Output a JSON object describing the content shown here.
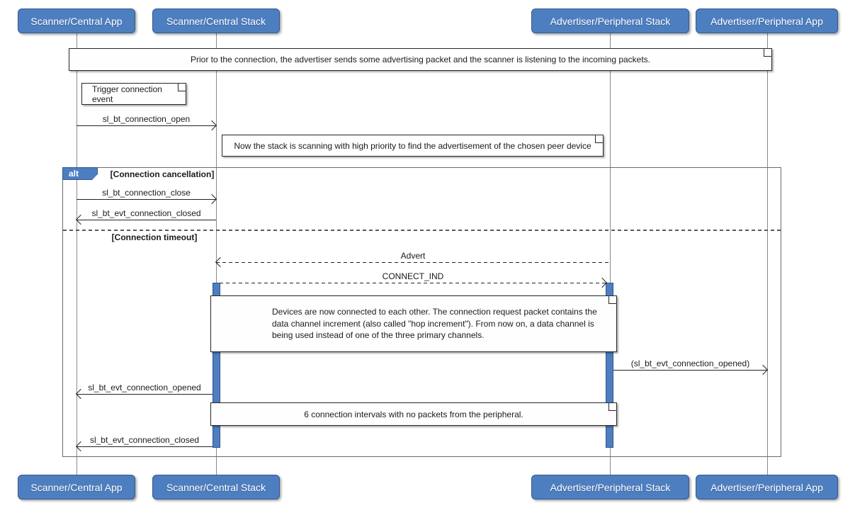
{
  "diagram": {
    "type": "uml-sequence-diagram",
    "participants": [
      {
        "label": "Scanner/Central App"
      },
      {
        "label": "Scanner/Central Stack"
      },
      {
        "label": "Advertiser/Peripheral Stack"
      },
      {
        "label": "Advertiser/Peripheral App"
      }
    ],
    "notes": [
      {
        "text": "Prior to the connection, the advertiser sends some advertising packet and the scanner is listening to the incoming packets."
      },
      {
        "text": "Trigger connection event"
      },
      {
        "text": "Now the stack is scanning with high priority to find the advertisement of the chosen peer device"
      },
      {
        "text": "Devices are now connected to each other. The connection request packet contains the data channel increment (also called \"hop increment\"). From now on, a data channel is being used instead of one of the three primary channels."
      },
      {
        "text": "6 connection intervals with no packets from the peripheral."
      }
    ],
    "messages": [
      {
        "label": "sl_bt_connection_open",
        "from": "Scanner/Central App",
        "to": "Scanner/Central Stack",
        "style": "solid"
      },
      {
        "label": "sl_bt_connection_close",
        "from": "Scanner/Central App",
        "to": "Scanner/Central Stack",
        "style": "solid"
      },
      {
        "label": "sl_bt_evt_connection_closed",
        "from": "Scanner/Central Stack",
        "to": "Scanner/Central App",
        "style": "solid"
      },
      {
        "label": "Advert",
        "from": "Advertiser/Peripheral Stack",
        "to": "Scanner/Central Stack",
        "style": "dashed"
      },
      {
        "label": "CONNECT_IND",
        "from": "Scanner/Central Stack",
        "to": "Advertiser/Peripheral Stack",
        "style": "dashed"
      },
      {
        "label": "(sl_bt_evt_connection_opened)",
        "from": "Advertiser/Peripheral Stack",
        "to": "Advertiser/Peripheral App",
        "style": "solid"
      },
      {
        "label": "sl_bt_evt_connection_opened",
        "from": "Scanner/Central Stack",
        "to": "Scanner/Central App",
        "style": "solid"
      },
      {
        "label": "sl_bt_evt_connection_closed",
        "from": "Scanner/Central Stack",
        "to": "Scanner/Central App",
        "style": "solid"
      }
    ],
    "alt_fragment": {
      "operator": "alt",
      "guards": [
        "[Connection cancellation]",
        "[Connection timeout]"
      ]
    },
    "colors": {
      "participant_fill": "#4d7ec0",
      "participant_border": "#36598f",
      "activation_fill": "#4d7ec0",
      "note_fill": "#fefefe",
      "frame_border": "#6b6b6b",
      "arrow": "#222222"
    }
  }
}
